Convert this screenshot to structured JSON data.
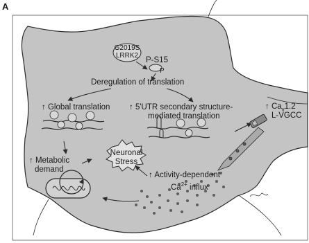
{
  "panel_letter": "A",
  "labels": {
    "g2019s": "G2019S",
    "lrrk2": "LRRK2",
    "ps15": "P-S15",
    "p": "P",
    "deregulation": "Deregulation of translation",
    "global_arrow": "↑",
    "global": "Global translation",
    "utr_arrow": "↑",
    "utr_line1": "5'UTR secondary structure-",
    "utr_line2": "mediated translation",
    "cav_arrow": "↑",
    "cav_ca": "Ca",
    "cav_sub": "v",
    "cav_num": "1.2",
    "lvgcc": "L-VGCC",
    "metabolic_arrow": "↑",
    "metabolic": "Metabolic",
    "demand": "demand",
    "neuronal": "Neuronal",
    "stress": "Stress",
    "activity_arrow": "↑",
    "activity": "Activity-dependent",
    "ca_influx_ca": "Ca",
    "ca_influx_sup": "2+",
    "ca_influx_rest": " influx"
  },
  "colors": {
    "cell_fill": "#c4c4c4",
    "background": "#ffffff",
    "stroke": "#2a2a2a",
    "dots": "#5e5e5e",
    "ribosome": "#d8d8d8",
    "stress_burst": "#e2e2e2"
  }
}
